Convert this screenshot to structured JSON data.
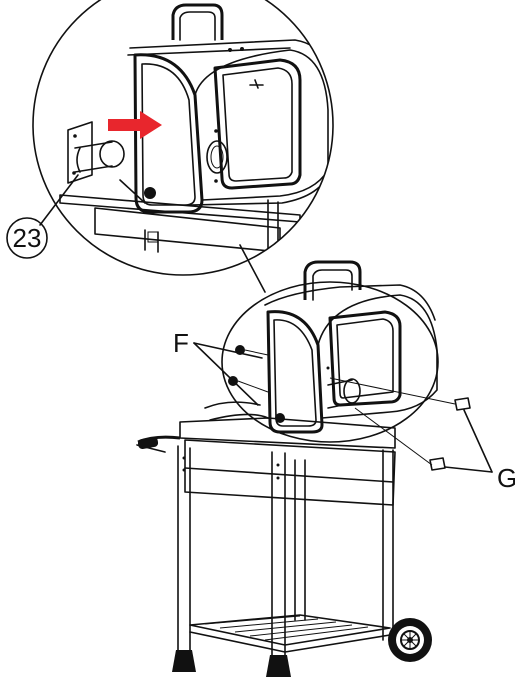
{
  "callouts": {
    "part_number": "23",
    "fastener_f": "F",
    "fastener_g": "G"
  },
  "colors": {
    "arrow": "#e8262d",
    "line": "#111111",
    "background": "#ffffff"
  }
}
